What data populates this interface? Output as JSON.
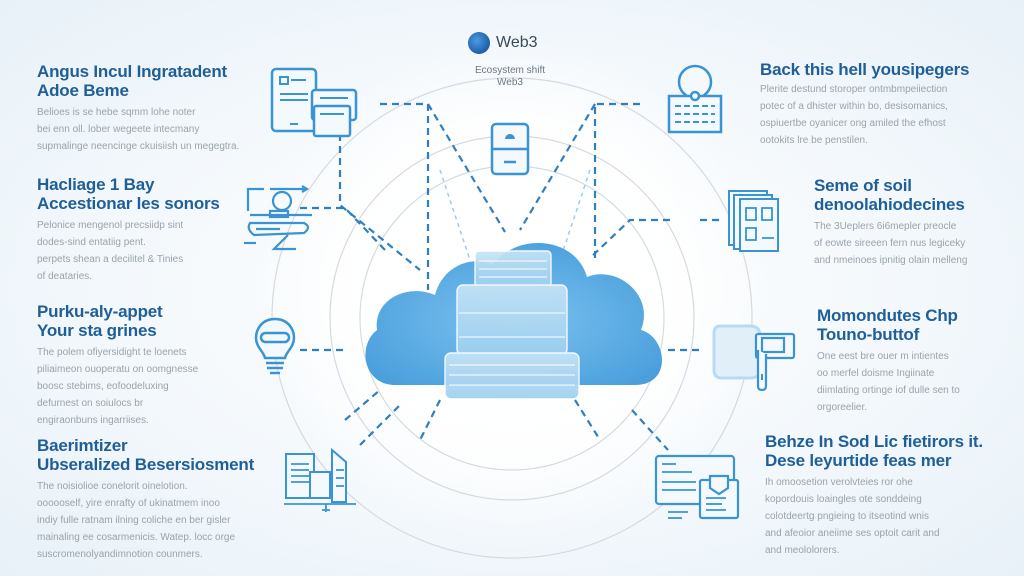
{
  "header": {
    "brand_name": "Web3",
    "brand_icon": "globe-logo-icon",
    "subtitle_line1": "Ecosystem shift",
    "subtitle_line2": "Web3"
  },
  "colors": {
    "accent": "#1f5f99",
    "icon_stroke": "#3a94d4",
    "cloud": "#5aaee6",
    "body_text": "#9aa3ab",
    "dashed_line": "#2f7fbf"
  },
  "center": {
    "icon": "cloud-database-icon",
    "top_icon": "storage-cabinet-icon"
  },
  "left_blocks": [
    {
      "title_line1": "Angus Incul Ingratadent",
      "title_line2": "Adoe Beme",
      "body": [
        "Belioes is se hebe sqmm lohe noter",
        "bei enn oll. lober wegeete intecmany",
        "supmalinge neencinge ckuisiish un megegtrа."
      ],
      "icon": "document-tablet-icon"
    },
    {
      "title_line1": "Hacliage 1 Bay",
      "title_line2": "Accestionar les sonors",
      "body": [
        "Pelonice mengenol precsiidp sint",
        "dodes-sind entatiig pent.",
        "perpets shean a decilitel & Tinies",
        "of deataries."
      ],
      "icon": "drone-scanner-icon"
    },
    {
      "title_line1": "Purku-aly-appet",
      "title_line2": "Your sta grines",
      "body": [
        "The polem ofiyersidight te loenets",
        "piliaimeon ouoperatu on oomgnesse",
        "boosc stebims, eofoodeluxing",
        "defurnest on soiulocs br",
        "engiraonbuns ingarriises."
      ],
      "icon": "lightbulb-icon"
    },
    {
      "title_line1": "Baerimtizer",
      "title_line2": "Ubseralized Besersiosment",
      "body": [
        "The noisiolioe conelorit oinelotion.",
        "oooooself, yire enrafty of ukinatmem inoo",
        "indiy fulle ratnam ilning coliche en ber gisler",
        "mainaling ee cosarmenicis. Watep. locc orge",
        "suscromenolyandimnotion counmers."
      ],
      "icon": "reports-assets-icon"
    }
  ],
  "right_blocks": [
    {
      "title_line1": "Back this hell yousipegers",
      "title_line2": "",
      "body": [
        "Plerite destund storoper ontmbmpeiiection",
        "potec of a dhister within bo, desisomanics,",
        "ospiuertbe oyanicer ong amiled the efhost",
        "ootokits lre be penstilen."
      ],
      "icon": "secure-server-icon"
    },
    {
      "title_line1": "Seme of soil",
      "title_line2": "denoolahiodecines",
      "body": [
        "The 3Ueplers 6i6mepler preocle",
        "of eowte sireeen fern nus legiceky",
        "and nmeinoes ipnitig olain melleng"
      ],
      "icon": "stacked-documents-icon"
    },
    {
      "title_line1": "Momondutes Chp",
      "title_line2": "Touno-buttof",
      "body": [
        "One eest bre ouer m intientes",
        "oo merfel doisme Ingiinate",
        "diimlating ortinge iof dulle sen to",
        "orgoreelier."
      ],
      "icon": "id-card-key-icon"
    },
    {
      "title_line1": "Behze In Sod Lic fietirors it.",
      "title_line2": "Dese leyurtide feas mer",
      "body": [
        "Ih omoosetion verolvteies ror ohe",
        "kopordouis loaingles ote sonddeing",
        "colotdeertg pngieing to itseotind wnis",
        "and afeoior aneiime ses optoit carit and",
        "and meololorers."
      ],
      "icon": "browser-badge-icon"
    }
  ]
}
